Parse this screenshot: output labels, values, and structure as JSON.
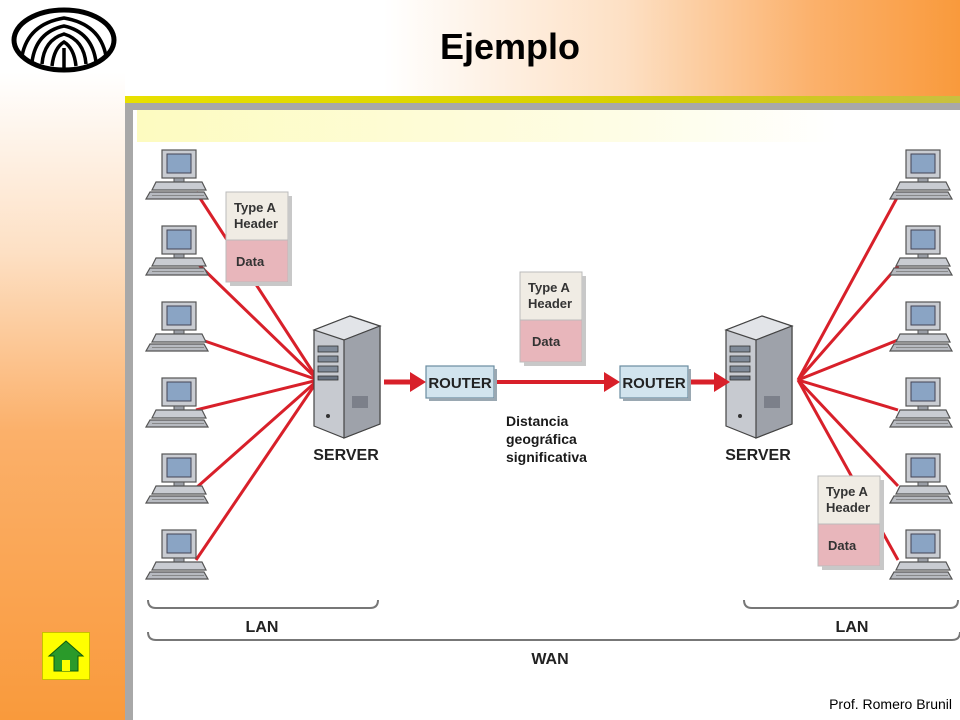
{
  "slide": {
    "title": "Ejemplo",
    "footer": "Prof. Romero Brunil",
    "accent_color": "#f99a3c",
    "rule_color": "#e8e000"
  },
  "diagram": {
    "packet": {
      "header_line1": "Type A",
      "header_line2": "Header",
      "data_label": "Data"
    },
    "server_label": "SERVER",
    "router_label": "ROUTER",
    "lan_label": "LAN",
    "wan_label": "WAN",
    "distance_note": [
      "Distancia",
      "geográfica",
      "significativa"
    ],
    "link_color": "#d8202a"
  },
  "icons": {
    "home": "home-icon",
    "logo": "university-logo-icon"
  }
}
